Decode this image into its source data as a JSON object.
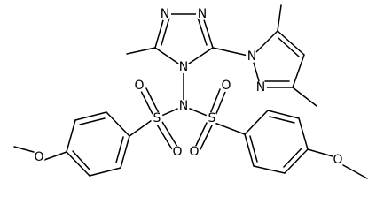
{
  "atoms": {
    "n_triazole_top_left": "N",
    "n_triazole_top_right": "N",
    "n_triazole_bottom": "N",
    "n_pyrazole_1": "N",
    "n_pyrazole_2": "N",
    "n_sulfonamide": "N",
    "s_left": "S",
    "s_right": "S",
    "o_left_sulfonyl_upper": "O",
    "o_left_sulfonyl_lower": "O",
    "o_right_sulfonyl_upper": "O",
    "o_right_sulfonyl_lower": "O",
    "o_methoxy_left": "O",
    "o_methoxy_right": "O"
  }
}
